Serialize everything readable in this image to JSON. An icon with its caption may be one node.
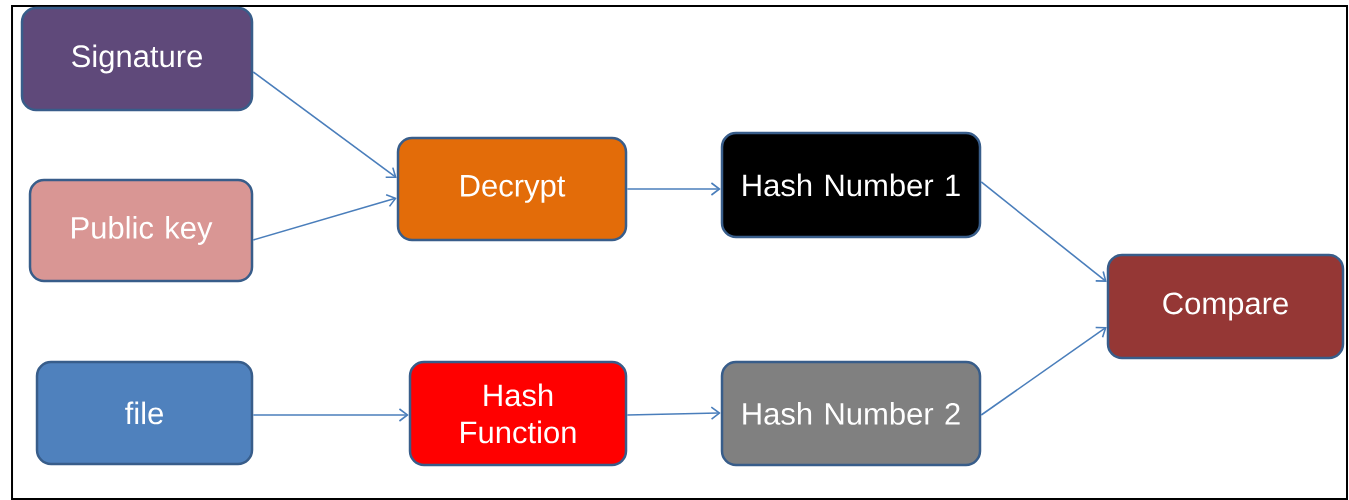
{
  "diagram": {
    "nodes": [
      {
        "text": [
          "Signature"
        ]
      },
      {
        "text": [
          "Public key"
        ]
      },
      {
        "text": [
          "file"
        ]
      },
      {
        "text": [
          "Decrypt"
        ]
      },
      {
        "text": [
          "Hash Function"
        ]
      },
      {
        "text": [
          "Hash Number 1"
        ]
      },
      {
        "text": [
          "Hash Number 2"
        ]
      },
      {
        "text": [
          "Compare"
        ]
      }
    ],
    "edges": [
      {
        "from": 0,
        "to": 3,
        "arrow": "to"
      },
      {
        "from": 1,
        "to": 3,
        "arrow": "to"
      },
      {
        "from": 2,
        "to": 4,
        "arrow": "to"
      },
      {
        "from": 3,
        "to": 5,
        "arrow": "to"
      },
      {
        "from": 4,
        "to": 6,
        "arrow": "to"
      },
      {
        "from": 5,
        "to": 7,
        "arrow": "to"
      },
      {
        "from": 6,
        "to": 7,
        "arrow": "to"
      }
    ]
  }
}
